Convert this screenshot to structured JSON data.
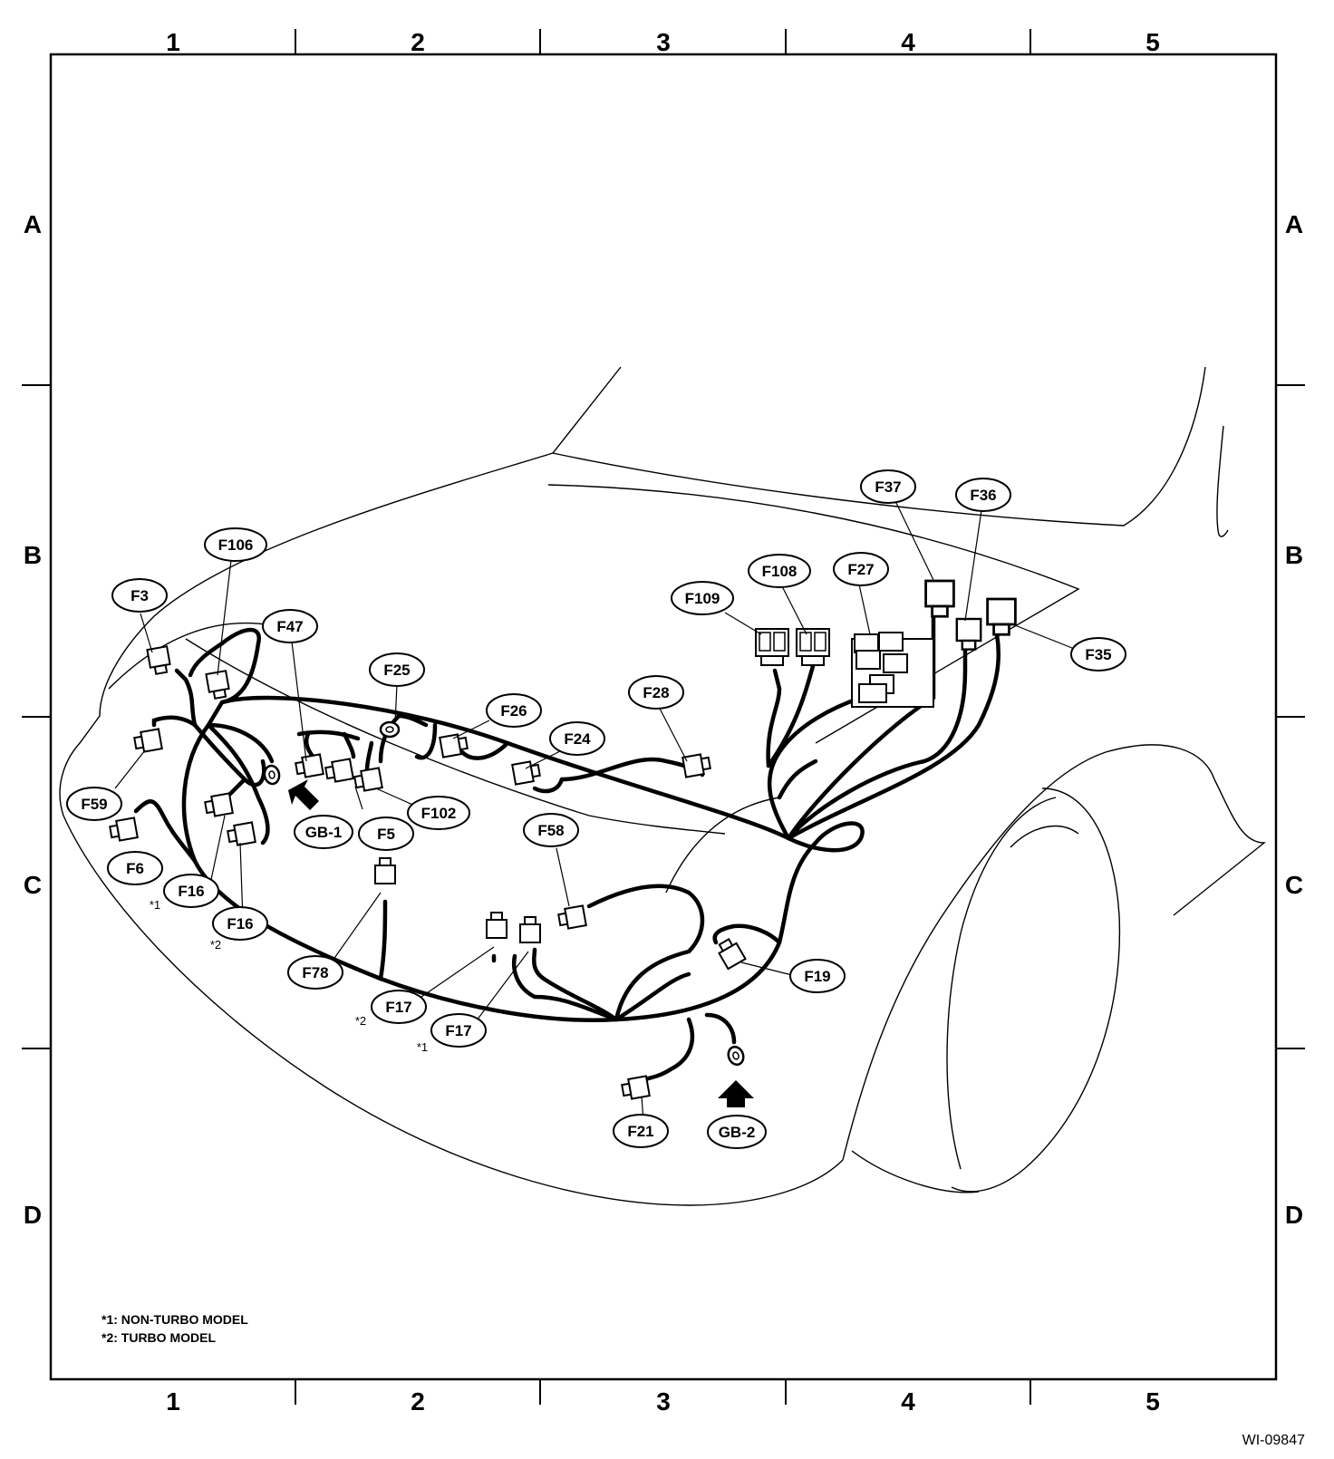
{
  "grid": {
    "columns": [
      "1",
      "2",
      "3",
      "4",
      "5"
    ],
    "rows": [
      "A",
      "B",
      "C",
      "D"
    ]
  },
  "connectors": {
    "F3": "F3",
    "F106": "F106",
    "F47": "F47",
    "F25": "F25",
    "F26": "F26",
    "F24": "F24",
    "F28": "F28",
    "F109": "F109",
    "F108": "F108",
    "F27": "F27",
    "F37": "F37",
    "F36": "F36",
    "F35": "F35",
    "F59": "F59",
    "F6": "F6",
    "F16_1": "F16",
    "F16_2": "F16",
    "GB1": "GB-1",
    "F5": "F5",
    "F102": "F102",
    "F58": "F58",
    "F78": "F78",
    "F17_2": "F17",
    "F17_1": "F17",
    "F19": "F19",
    "F21": "F21",
    "GB2": "GB-2"
  },
  "marks": {
    "m1": "*1",
    "m2": "*2"
  },
  "notes": {
    "line1": "*1: NON-TURBO MODEL",
    "line2": "*2: TURBO MODEL"
  },
  "reference": "WI-09847"
}
